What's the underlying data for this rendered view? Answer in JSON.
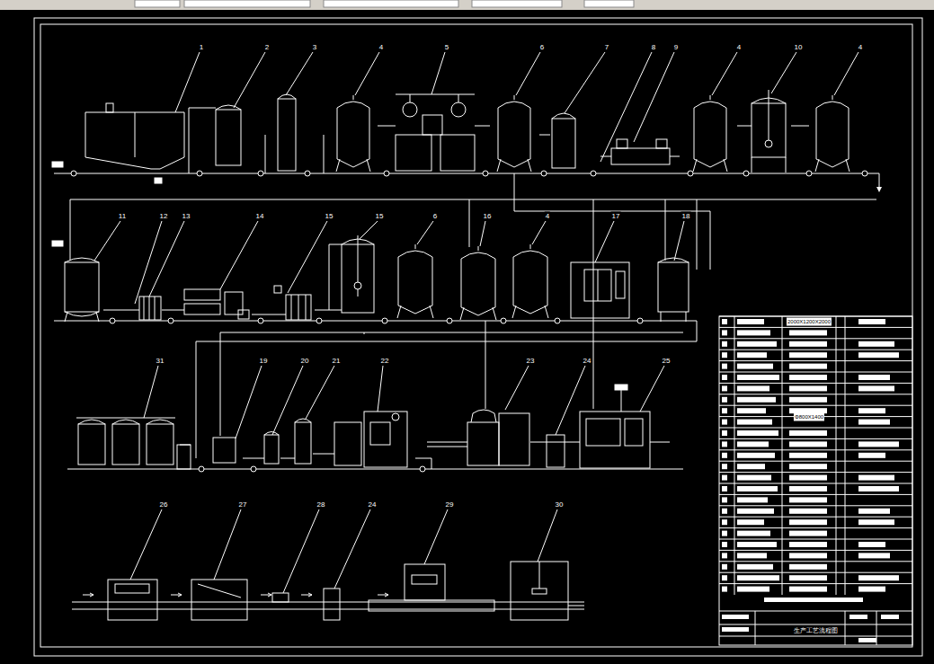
{
  "diagram": {
    "labels": [
      "1",
      "2",
      "3",
      "4",
      "5",
      "6",
      "7",
      "8",
      "9",
      "4",
      "10",
      "4",
      "11",
      "12",
      "13",
      "14",
      "15",
      "15",
      "6",
      "16",
      "4",
      "17",
      "18",
      "31",
      "19",
      "20",
      "21",
      "22",
      "23",
      "24",
      "25",
      "26",
      "27",
      "28",
      "24",
      "29",
      "30",
      "2000X1200X2000",
      "Φ800X1400",
      "生产工艺流程图"
    ]
  }
}
